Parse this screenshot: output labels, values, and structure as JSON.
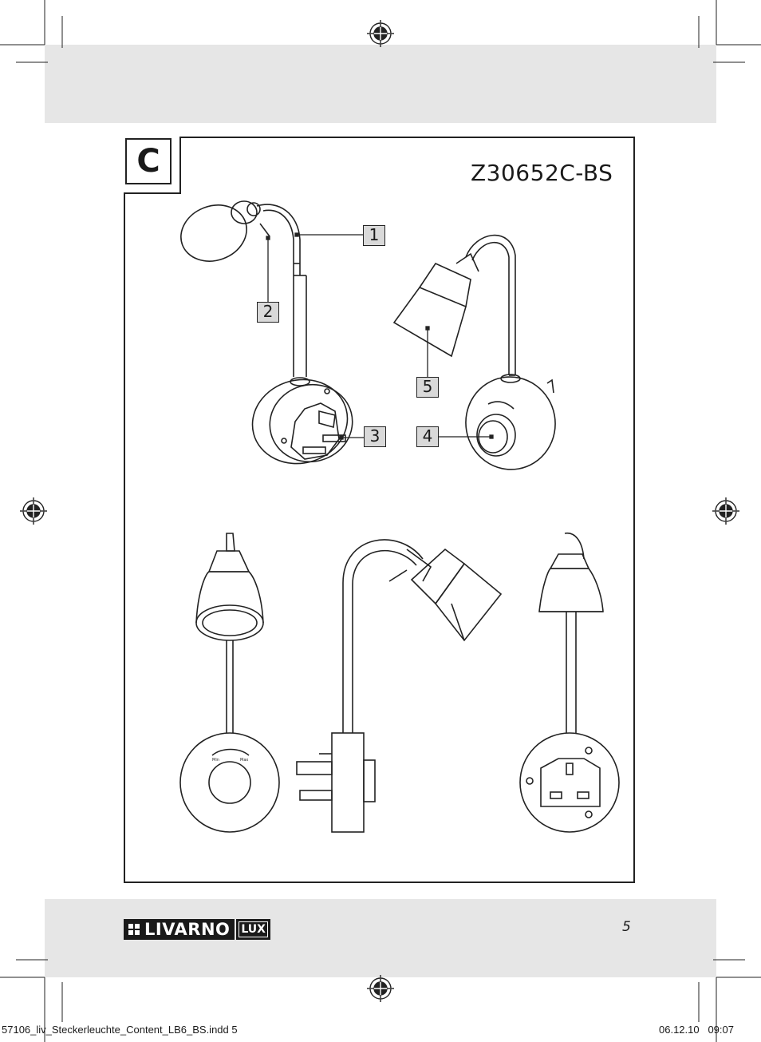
{
  "section": {
    "letter": "C"
  },
  "model": "Z30652C-BS",
  "callouts": [
    "1",
    "2",
    "3",
    "4",
    "5"
  ],
  "brand": {
    "name": "LIVARNO",
    "sub": "LUX"
  },
  "page_number": "5",
  "slug": {
    "file": "57106_liv_Steckerleuchte_Content_LB6_BS.indd   5",
    "datetime": "06.12.10   09:07"
  },
  "dial": {
    "min_label": "Min",
    "max_label": "Max"
  },
  "colors": {
    "band": "#e6e6e6",
    "line": "#222222",
    "callout_fill": "#d9d9d9"
  }
}
